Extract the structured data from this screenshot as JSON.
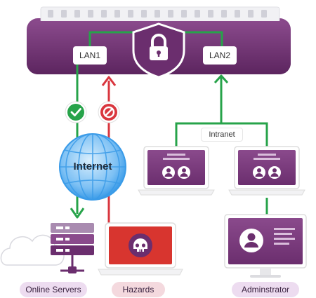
{
  "device": {
    "lan1_label": "LAN1",
    "lan2_label": "LAN2"
  },
  "network": {
    "intranet_label": "Intranet",
    "internet_label": "Internet"
  },
  "captions": {
    "online_servers": "Online Servers",
    "hazards": "Hazards",
    "administrator": "Adminstrator"
  },
  "colors": {
    "device_purple": "#6b2e6e",
    "device_purple_light": "#8a4a8c",
    "allowed_green": "#27a34a",
    "blocked_red": "#d9363e",
    "hazard_red": "#d8352f",
    "globe_blue": "#3a9be8",
    "pill_pink": "#f4d9de",
    "pill_lilac": "#eddcf0"
  },
  "icons": {
    "lock": "lock-icon",
    "allowed": "checkmark-icon",
    "blocked": "no-entry-icon",
    "globe": "globe-icon",
    "server": "server-icon",
    "cloud": "cloud-icon",
    "hazard": "skull-icon",
    "users": "users-icon",
    "admin": "admin-user-icon"
  }
}
